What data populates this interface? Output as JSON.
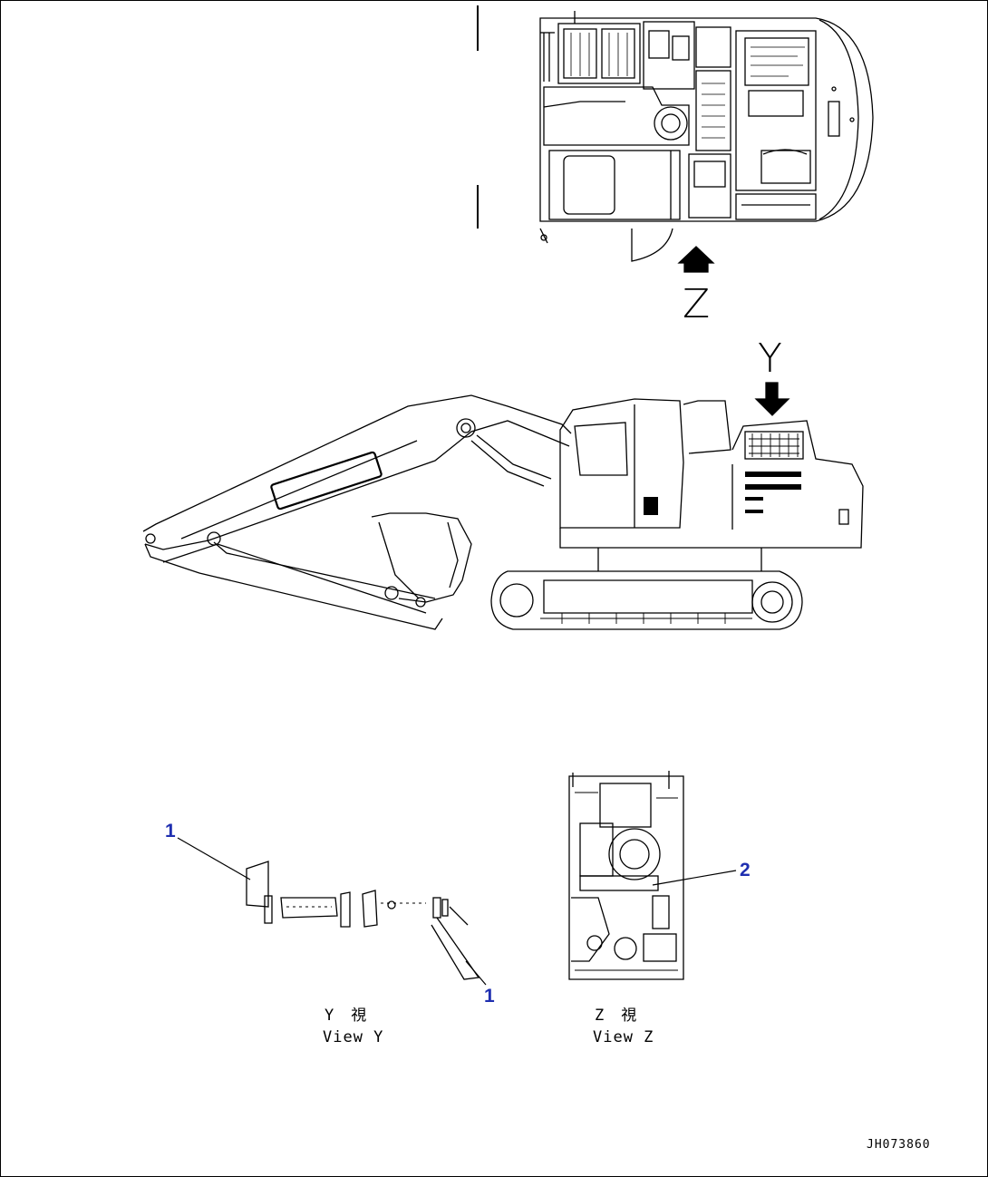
{
  "arrows": {
    "z_label": "Z",
    "y_label": "Y"
  },
  "callouts": {
    "y_top": "1",
    "y_bottom": "1",
    "z_item": "2"
  },
  "view_y": {
    "jp": "Y　視",
    "en": "View Y"
  },
  "view_z": {
    "jp": "Z　視",
    "en": "View Z"
  },
  "figure_code": "JH073860",
  "colors": {
    "line": "#000000",
    "callout": "#1f2fb0",
    "background": "#ffffff"
  }
}
